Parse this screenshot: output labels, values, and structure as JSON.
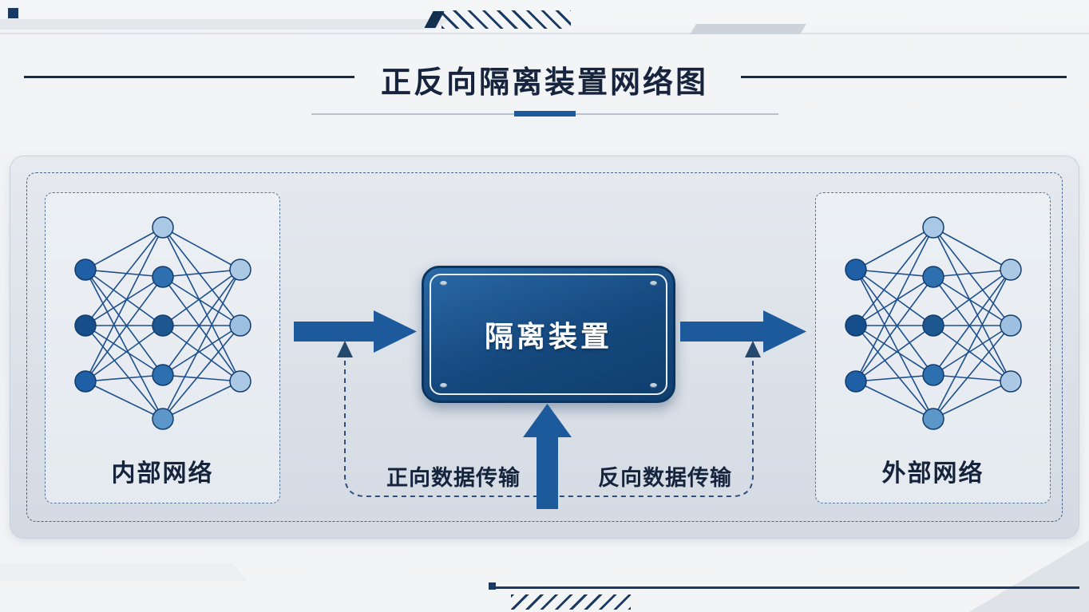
{
  "title": "正反向隔离装置网络图",
  "diagram": {
    "internal_network_label": "内部网络",
    "external_network_label": "外部网络",
    "device_label": "隔离装置",
    "forward_flow_label": "正向数据传输",
    "reverse_flow_label": "反向数据传输"
  },
  "colors": {
    "accent_blue": "#1d5a9b",
    "navy": "#1b3a63",
    "title_text": "#16243d",
    "device_gradient_start": "#2a6aa8",
    "device_gradient_end": "#0f3e6d"
  }
}
